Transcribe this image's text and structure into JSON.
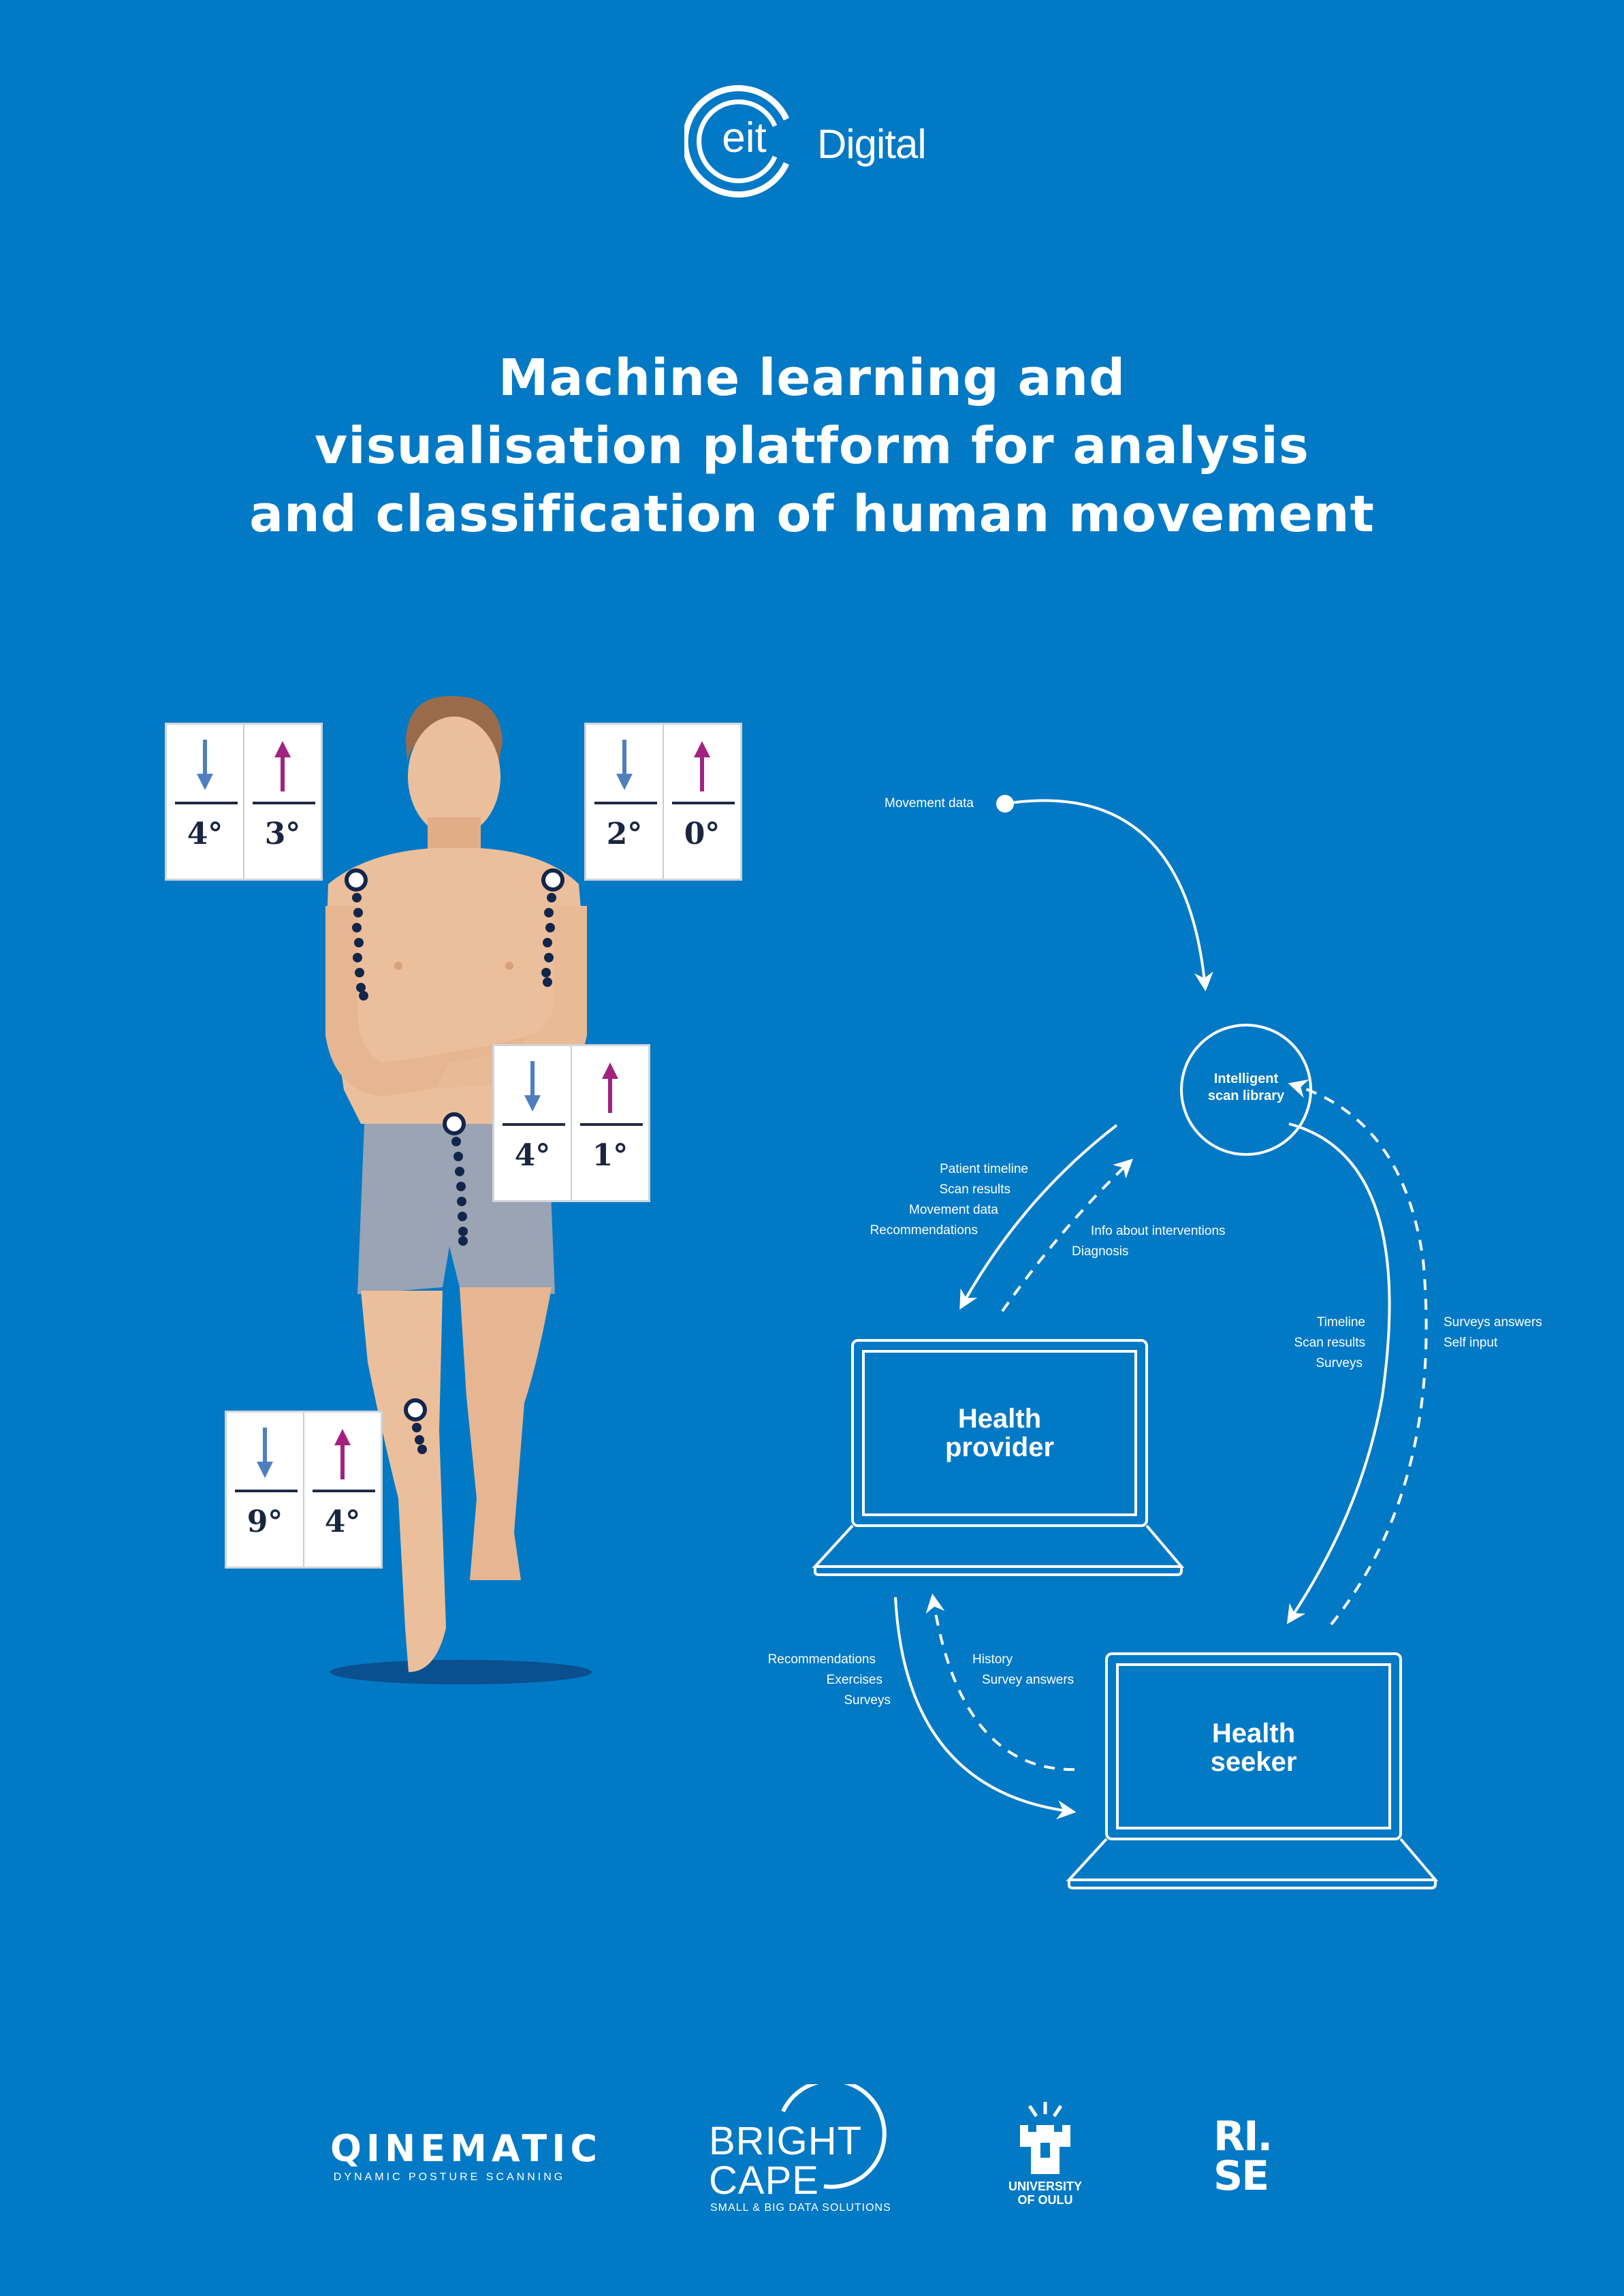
{
  "header": {
    "logo_text": "eit",
    "logo_word": "Digital"
  },
  "title": {
    "line1": "Machine learning and",
    "line2": "visualisation platform for analysis",
    "line3": "and classification of human movement"
  },
  "gauges": [
    {
      "down": "4°",
      "up": "3°"
    },
    {
      "down": "2°",
      "up": "0°"
    },
    {
      "down": "4°",
      "up": "1°"
    },
    {
      "down": "9°",
      "up": "4°"
    }
  ],
  "flow": {
    "movement_data": "Movement data",
    "library": {
      "line1": "Intelligent",
      "line2": "scan library"
    },
    "provider": {
      "line1": "Health",
      "line2": "provider"
    },
    "seeker": {
      "line1": "Health",
      "line2": "seeker"
    },
    "lib_to_provider": [
      "Patient timeline",
      "Scan results",
      "Movement data",
      "Recommendations"
    ],
    "provider_to_lib": [
      "Info about interventions",
      "Diagnosis"
    ],
    "lib_to_seeker": [
      "Timeline",
      "Scan results",
      "Surveys"
    ],
    "seeker_to_lib": [
      "Surveys answers",
      "Self input"
    ],
    "provider_to_seeker": [
      "Recommendations",
      "Exercises",
      "Surveys"
    ],
    "seeker_to_provider": [
      "History",
      "Survey answers"
    ]
  },
  "partners": {
    "qinematic": {
      "name": "QINEMATIC",
      "tagline": "DYNAMIC POSTURE SCANNING"
    },
    "brightcape": {
      "line1": "BRIGHT",
      "line2": "CAPE",
      "tagline": "SMALL & BIG DATA SOLUTIONS"
    },
    "oulu": {
      "line1": "UNIVERSITY",
      "line2": "OF OULU"
    },
    "rise": {
      "line1": "RI.",
      "line2": "SE"
    }
  },
  "colors": {
    "background": "#0279c5",
    "down_arrow": "#4f7fbf",
    "up_arrow": "#a3227f",
    "skin": "#ecbf9c",
    "shorts": "#9aa4b4"
  }
}
